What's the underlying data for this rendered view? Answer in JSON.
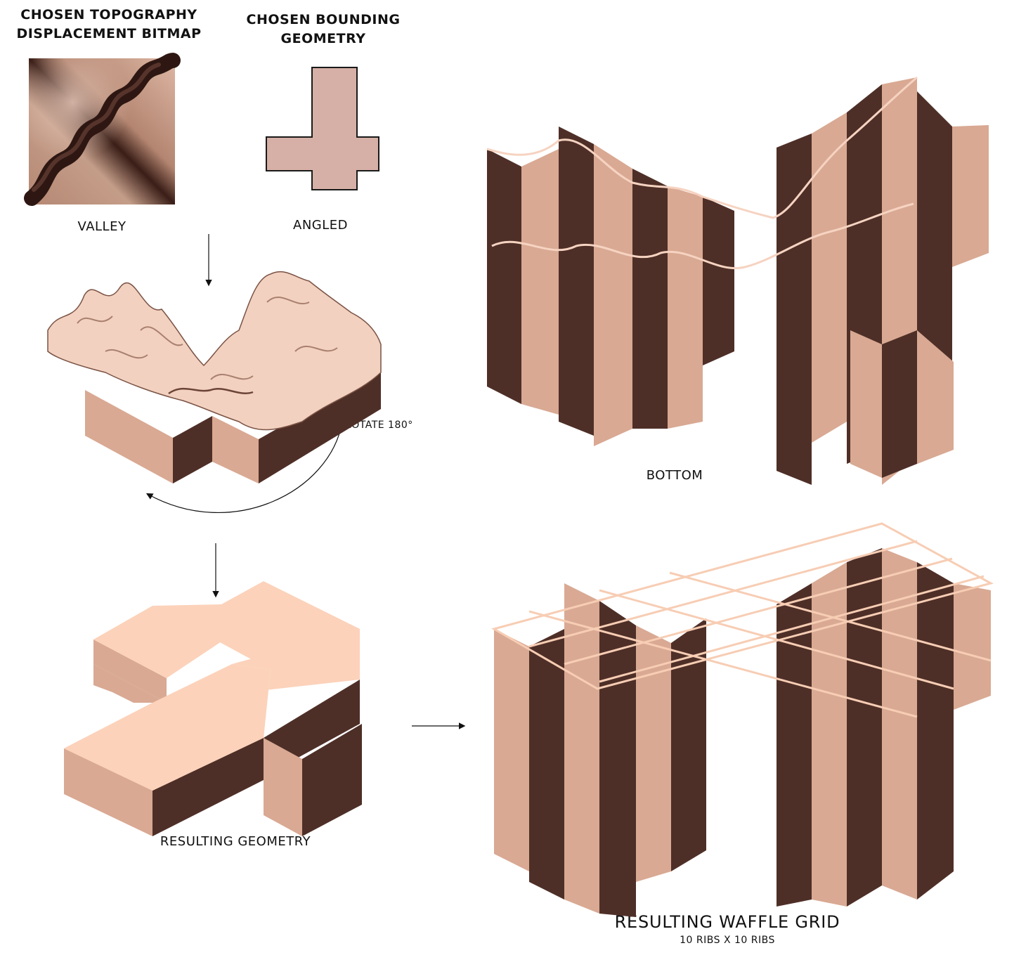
{
  "labels": {
    "bitmap_heading": [
      "CHOSEN TOPOGRAPHY",
      "DISPLACEMENT BITMAP"
    ],
    "geometry_heading": [
      "CHOSEN BOUNDING",
      "GEOMETRY"
    ],
    "bitmap_caption": "VALLEY",
    "geometry_caption": "ANGLED",
    "rotate_caption": "ROTATE 180°",
    "result_geometry_caption": "RESULTING GEOMETRY",
    "bottom_caption": "BOTTOM",
    "waffle_title": "RESULTING WAFFLE GRID",
    "waffle_subtitle": "10 RIBS X 10 RIBS"
  },
  "colors": {
    "light": "#D9A993",
    "lighter": "#F7CDB4",
    "dark": "#4E2F27",
    "bitmap_dark": "#3A1E17",
    "bitmap_light": "#D8AE99",
    "outline_fill": "#D6B0A6"
  }
}
